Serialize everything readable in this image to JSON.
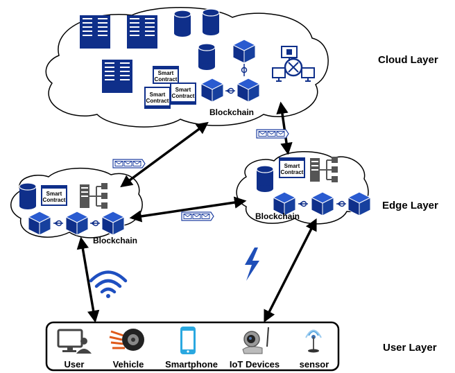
{
  "layers": {
    "cloud": "Cloud Layer",
    "edge": "Edge Layer",
    "user": "User Layer"
  },
  "blockchain_label": "Blockchain",
  "smart_contract": {
    "line1": "Smart",
    "line2": "Contract"
  },
  "devices": [
    "User",
    "Vehicle",
    "Smartphone",
    "IoT Devices",
    "sensor"
  ],
  "colors": {
    "primary": "#0f2f8a",
    "accent": "#1e5cc8",
    "lightning": "#1f4fb8",
    "phone": "#2aa8e0",
    "vehicle": "#e05a1a",
    "stroke": "#000000"
  },
  "icons": [
    "server-icon",
    "database-icon",
    "block-icon",
    "network-icon",
    "hierarchy-icon",
    "smart-contract-icon",
    "message-icon",
    "wifi-icon",
    "lightning-icon",
    "monitor-user-icon",
    "tire-icon",
    "smartphone-icon",
    "ip-camera-icon",
    "sensor-icon"
  ]
}
